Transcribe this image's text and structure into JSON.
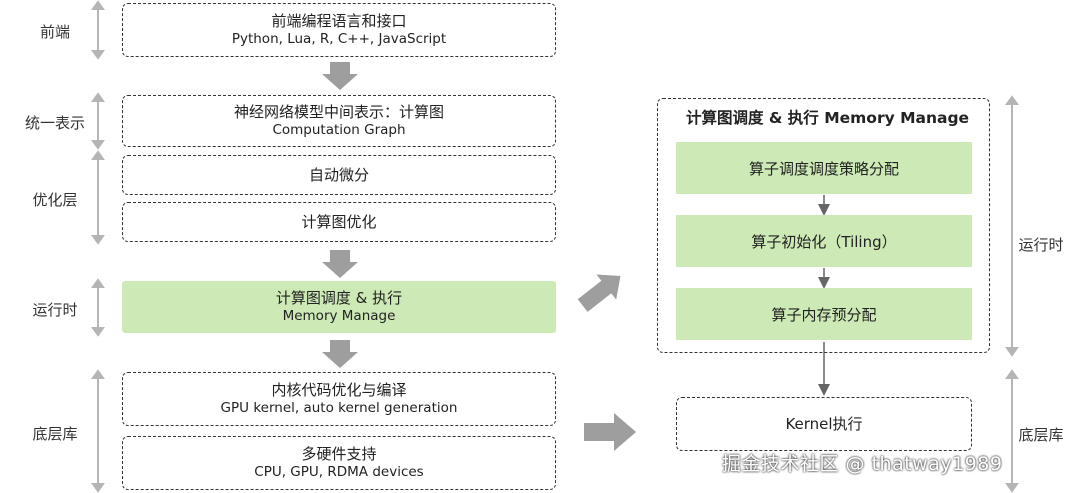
{
  "left_labels": {
    "frontend": "前端",
    "unified": "统一表示",
    "optimization": "优化层",
    "runtime": "运行时",
    "bottom": "底层库"
  },
  "right_labels": {
    "runtime": "运行时",
    "bottom": "底层库"
  },
  "boxes": {
    "frontend": {
      "title": "前端编程语言和接口",
      "subtitle": "Python, Lua, R, C++, JavaScript"
    },
    "graph": {
      "title": "神经网络模型中间表示：计算图",
      "subtitle": "Computation Graph"
    },
    "autodiff": {
      "title": "自动微分"
    },
    "graph_opt": {
      "title": "计算图优化"
    },
    "schedule": {
      "title": "计算图调度 & 执行",
      "subtitle": "Memory Manage"
    },
    "kernel_opt": {
      "title": "内核代码优化与编译",
      "subtitle": "GPU kernel, auto kernel generation"
    },
    "hardware": {
      "title": "多硬件支持",
      "subtitle": "CPU, GPU, RDMA devices"
    }
  },
  "detail": {
    "title": "计算图调度 & 执行 Memory Manage",
    "steps": [
      "算子调度调度策略分配",
      "算子初始化（Tiling）",
      "算子内存预分配"
    ],
    "kernel": "Kernel执行"
  },
  "watermark": "掘金技术社区 @ thatway1989",
  "colors": {
    "green": "#cde9b5",
    "arrow_gray": "#9e9e9e",
    "bracket_gray": "#b0b0b0"
  }
}
